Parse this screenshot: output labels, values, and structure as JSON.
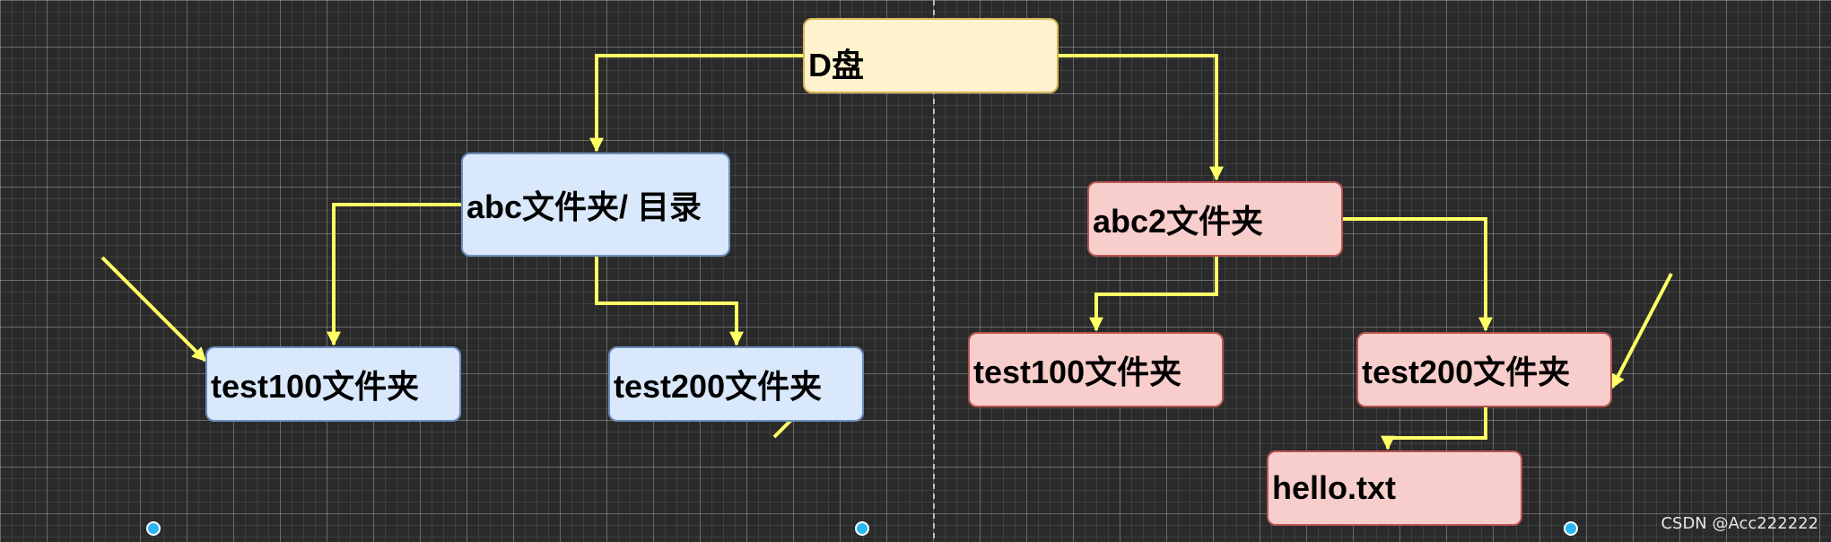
{
  "nodes": {
    "root": "D盘",
    "left_folder": "abc文件夹/ 目录",
    "left_child_1": "test100文件夹",
    "left_child_2": "test200文件夹",
    "right_folder": "abc2文件夹",
    "right_child_1": "test100文件夹",
    "right_child_2": "test200文件夹",
    "right_file": "hello.txt"
  },
  "colors": {
    "connector": "#ffff66",
    "root_fill": "#fff2cc",
    "left_fill": "#dae8fc",
    "right_fill": "#f8cecc",
    "handle": "#29b6f2"
  },
  "watermark": "CSDN @Acc222222"
}
